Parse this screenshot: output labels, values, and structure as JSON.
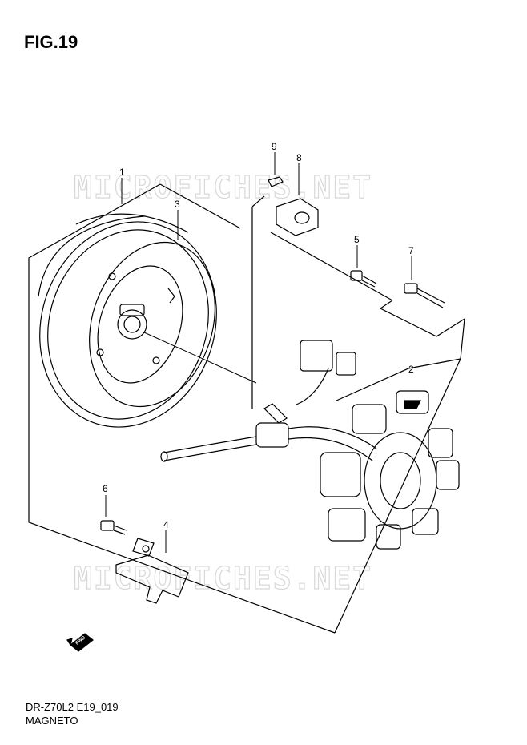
{
  "figure": {
    "title": "FIG.19",
    "model_code": "DR-Z70L2 E19_019",
    "name": "MAGNETO"
  },
  "watermark": {
    "text": "MICROFICHES.NET"
  },
  "callouts": [
    "1",
    "2",
    "3",
    "4",
    "5",
    "6",
    "7",
    "8",
    "9"
  ],
  "fwd_label": "FWD",
  "colors": {
    "line": "#000000",
    "background": "#ffffff",
    "watermark": "#d8d8d8"
  }
}
